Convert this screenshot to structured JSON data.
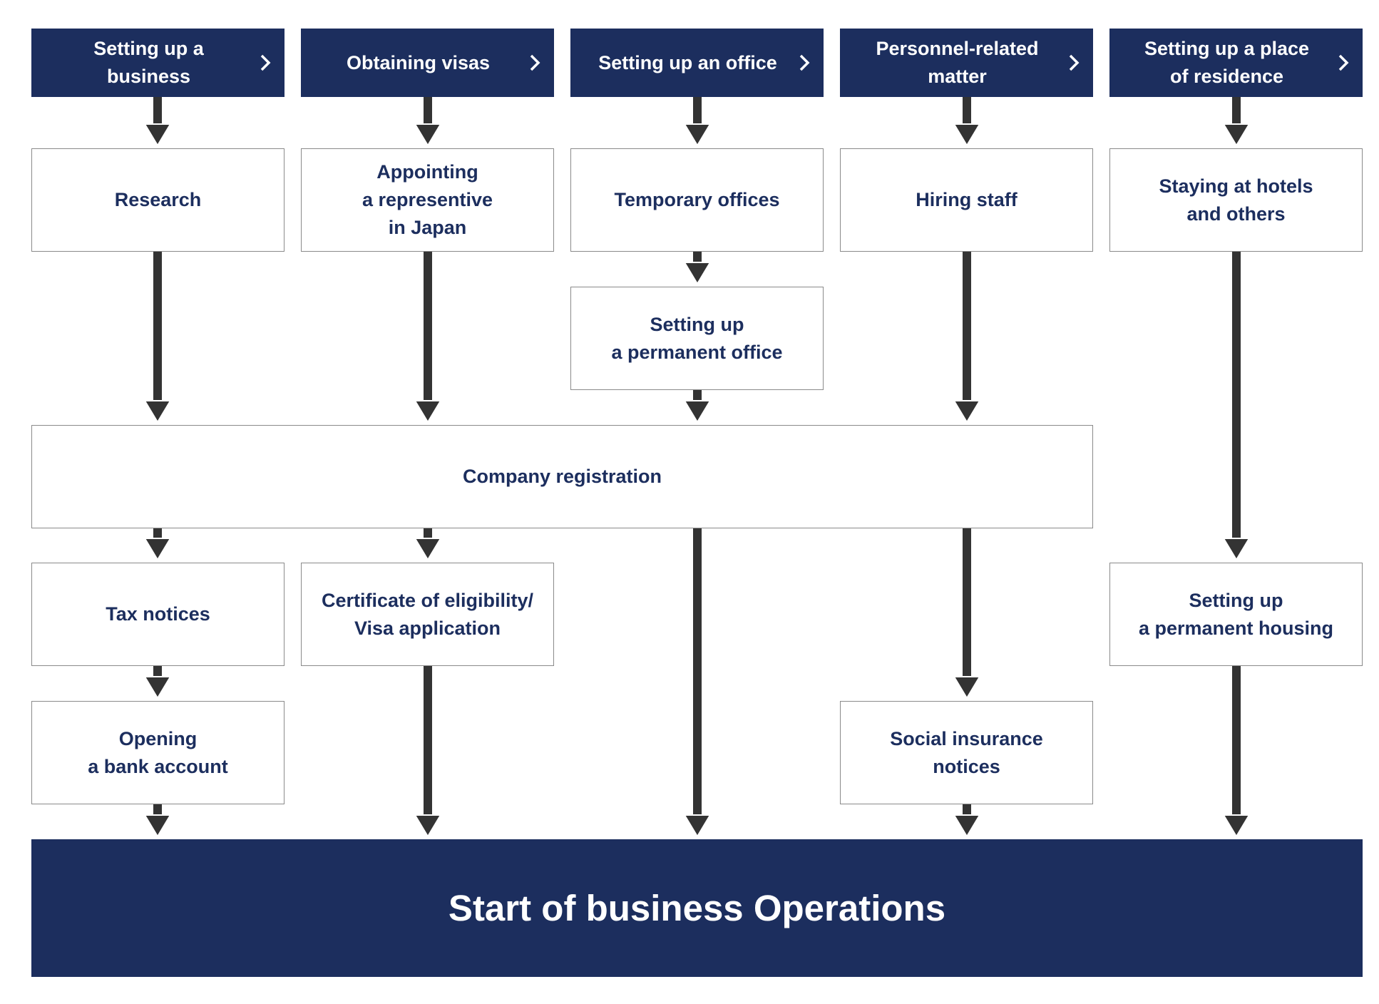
{
  "headers": [
    {
      "label": "Setting up a business"
    },
    {
      "label": "Obtaining visas"
    },
    {
      "label": "Setting up an office"
    },
    {
      "label": "Personnel-related\nmatter"
    },
    {
      "label": "Setting up a place\nof residence"
    }
  ],
  "steps": {
    "research": "Research",
    "appointing_representative": "Appointing\na representive\nin Japan",
    "temporary_offices": "Temporary offices",
    "hiring_staff": "Hiring staff",
    "staying_hotels": "Staying at hotels\nand others",
    "permanent_office": "Setting up\na permanent office",
    "company_registration": "Company registration",
    "tax_notices": "Tax notices",
    "certificate_visa": "Certificate of eligibility/\nVisa application",
    "permanent_housing": "Setting up\na permanent housing",
    "bank_account": "Opening\na bank account",
    "social_insurance": "Social insurance\nnotices"
  },
  "final_step": "Start of business Operations",
  "colors": {
    "header_bg": "#1c2e5e",
    "box_text": "#1c2e5e",
    "box_border": "#8a8a8a",
    "arrow": "#333333"
  },
  "icons": {
    "header_chevron": "chevron-right-icon",
    "arrowhead": "arrow-down-icon"
  }
}
